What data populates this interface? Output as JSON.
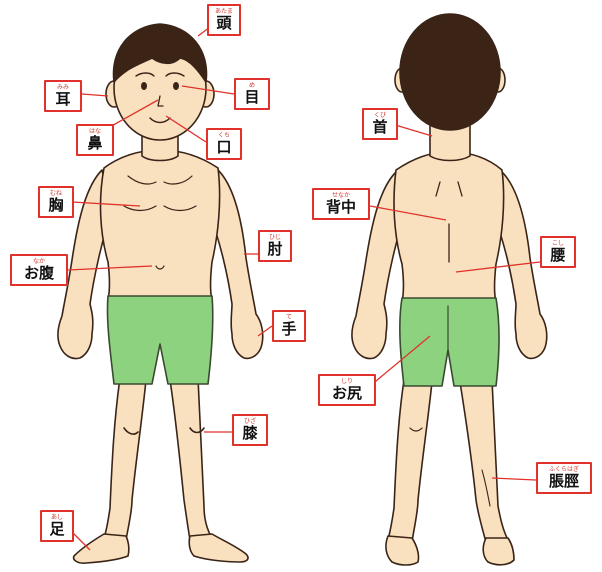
{
  "colors": {
    "skin": "#f9e0bf",
    "skin_outline": "#3a2418",
    "hair": "#3b2416",
    "shorts": "#8dd27f",
    "shorts_outline": "#3a4a30",
    "label_border": "#e0322a",
    "leader_line": "#e0322a",
    "ruby": "#d03a30"
  },
  "labels": {
    "atama": {
      "ruby": "あたま",
      "text": "頭"
    },
    "mimi": {
      "ruby": "みみ",
      "text": "耳"
    },
    "me": {
      "ruby": "め",
      "text": "目"
    },
    "hana": {
      "ruby": "はな",
      "text": "鼻"
    },
    "kuchi": {
      "ruby": "くち",
      "text": "口"
    },
    "mune": {
      "ruby": "むね",
      "text": "胸"
    },
    "hiji": {
      "ruby": "ひじ",
      "text": "肘"
    },
    "onaka": {
      "ruby": "なか",
      "text": "お腹"
    },
    "te": {
      "ruby": "て",
      "text": "手"
    },
    "hiza": {
      "ruby": "ひざ",
      "text": "膝"
    },
    "ashi": {
      "ruby": "あし",
      "text": "足"
    },
    "kubi": {
      "ruby": "くび",
      "text": "首"
    },
    "senaka": {
      "ruby": "せなか",
      "text": "背中"
    },
    "koshi": {
      "ruby": "こし",
      "text": "腰"
    },
    "oshiri": {
      "ruby": "しり",
      "text": "お尻"
    },
    "fukurahagi": {
      "ruby": "ふくらはぎ",
      "text": "脹脛"
    }
  }
}
